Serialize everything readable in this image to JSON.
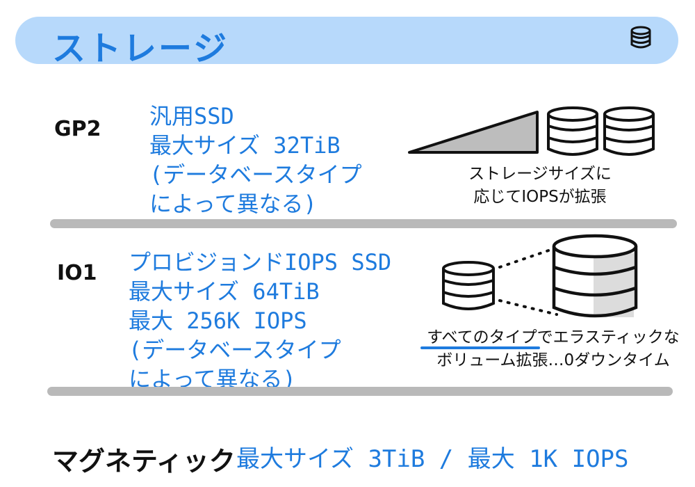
{
  "header": {
    "title": "ストレージ",
    "icon": "database-icon",
    "background": "#b7d9fb",
    "title_color": "#1e7bde"
  },
  "gp2": {
    "label": "GP2",
    "lines": [
      "汎用SSD",
      "最大サイズ 32TiB",
      "(データベースタイプ",
      "によって異なる)"
    ],
    "caption_lines": [
      "ストレージサイズに",
      "応じてIOPSが拡張"
    ],
    "icons": [
      "ramp-icon",
      "database-icon",
      "database-icon"
    ]
  },
  "io1": {
    "label": "IO1",
    "lines": [
      "プロビジョンドIOPS SSD",
      "最大サイズ 64TiB",
      "最大 256K IOPS",
      "(データベースタイプ",
      "によって異なる)"
    ],
    "caption_lines": [
      "すべてのタイプでエラスティックな",
      "ボリューム拡張…0ダウンタイム"
    ],
    "icons": [
      "small-database-icon",
      "large-database-icon"
    ]
  },
  "magnetic": {
    "label": "マグネティック",
    "text": "最大サイズ 3TiB / 最大 1K IOPS"
  },
  "colors": {
    "accent": "#1e7bde",
    "divider": "#b9b9b9",
    "text": "#111111"
  }
}
